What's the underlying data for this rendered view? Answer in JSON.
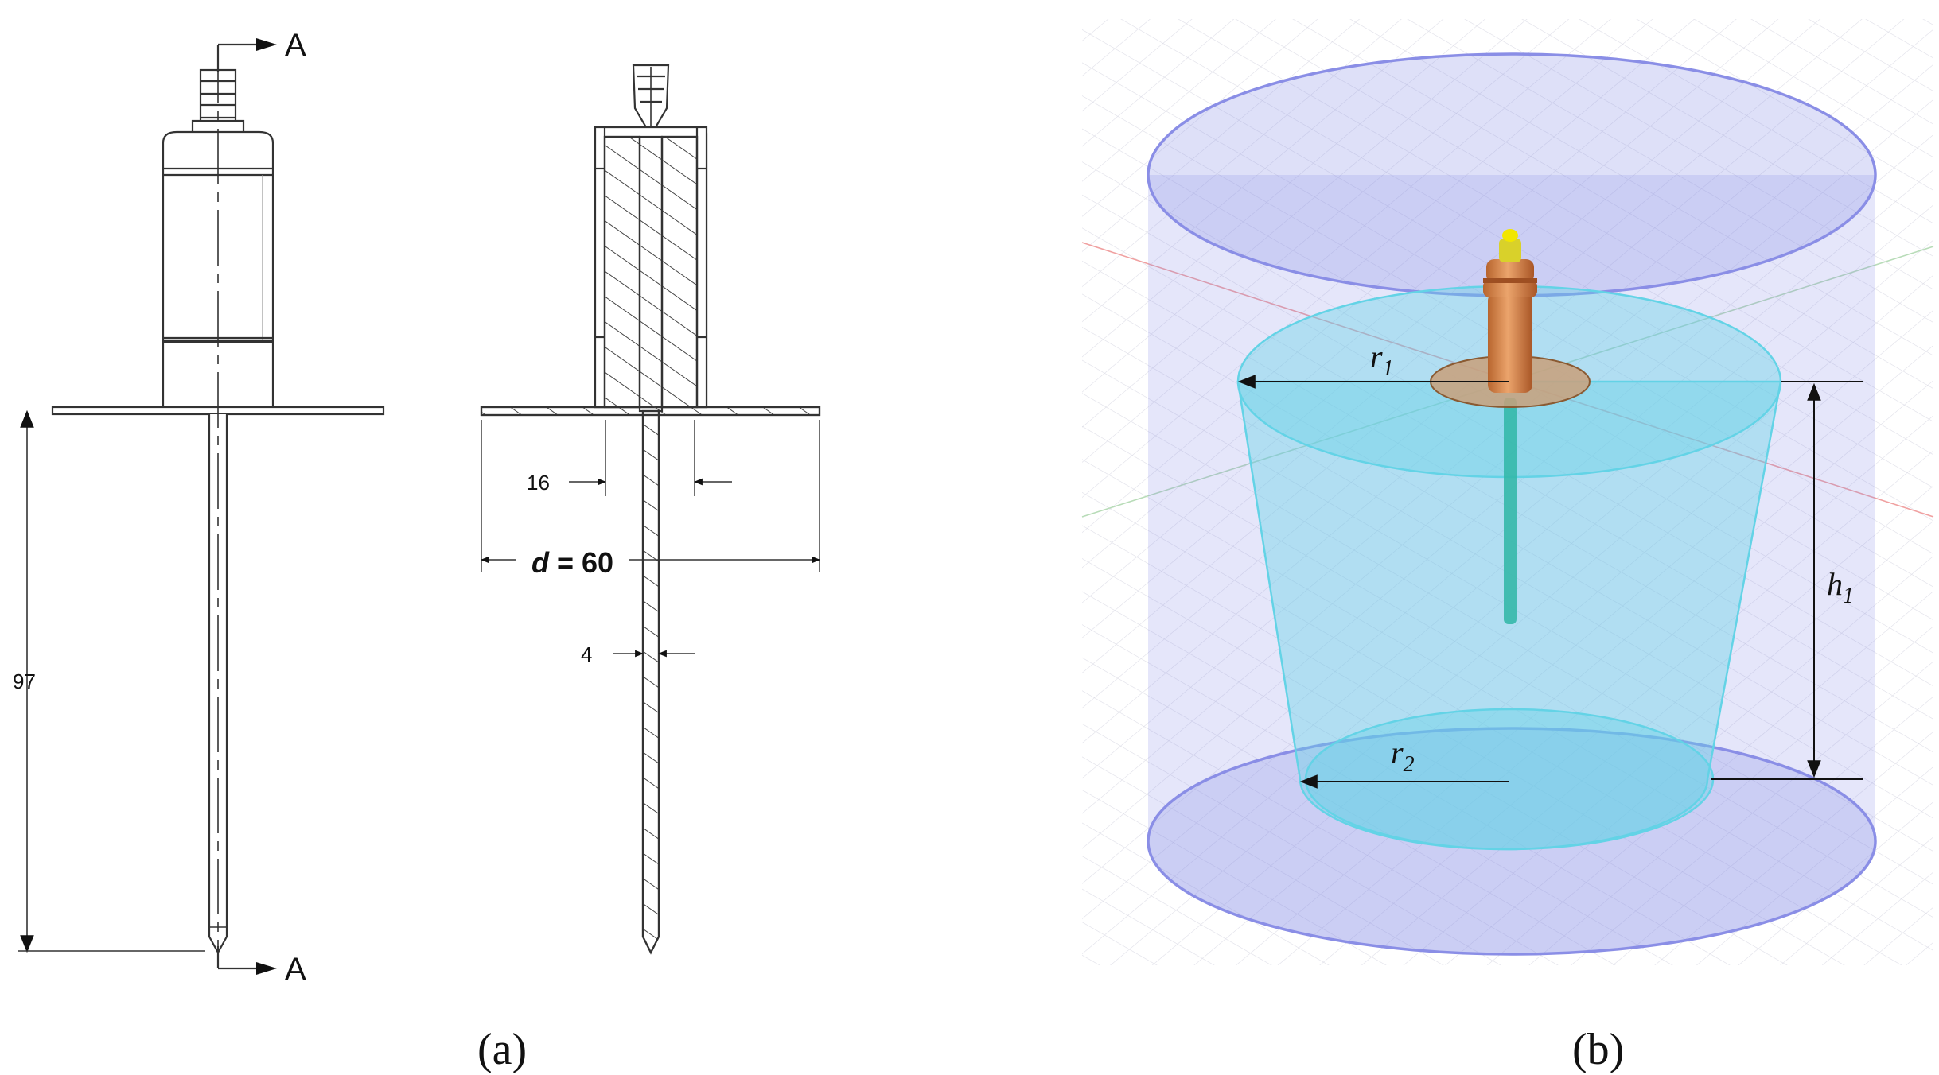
{
  "panel_a": {
    "section_top_label": "A",
    "section_bottom_label": "A",
    "length_label": "97",
    "wall_label": "16",
    "diameter_var": "d",
    "diameter_eq": " = 60",
    "rod_label": "4",
    "caption": "(a)"
  },
  "panel_b": {
    "r1_base": "r",
    "r1_sub": "1",
    "r2_base": "r",
    "r2_sub": "2",
    "h1_base": "h",
    "h1_sub": "1",
    "caption": "(b)"
  },
  "colors": {
    "outer_cylinder": "#8a8ee6",
    "inner_frustum": "#63d3e6",
    "probe_copper": "#d9874a",
    "probe_tip": "#f2e600"
  }
}
